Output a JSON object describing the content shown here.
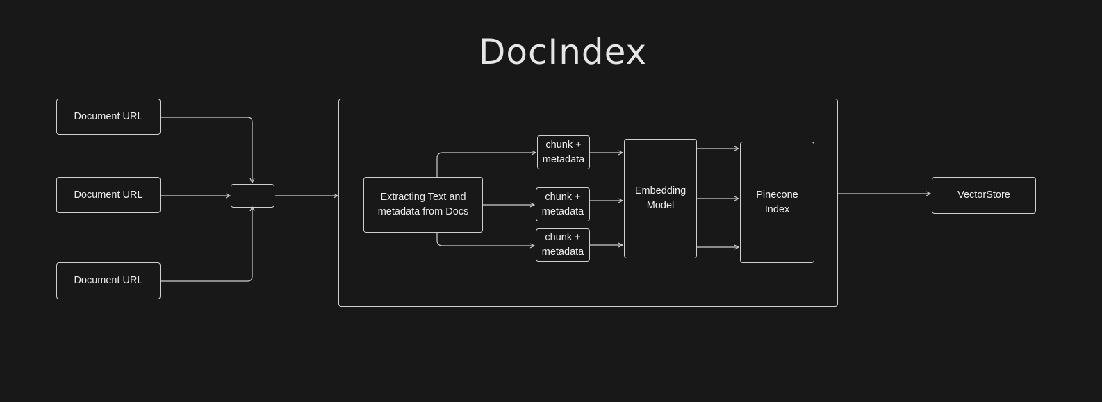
{
  "title": "DocIndex",
  "inputs": [
    {
      "label": "Document URL"
    },
    {
      "label": "Document URL"
    },
    {
      "label": "Document URL"
    }
  ],
  "pipeline": {
    "extractor": {
      "line1": "Extracting Text and",
      "line2": "metadata from Docs"
    },
    "chunks": [
      {
        "line1": "chunk +",
        "line2": "metadata"
      },
      {
        "line1": "chunk +",
        "line2": "metadata"
      },
      {
        "line1": "chunk +",
        "line2": "metadata"
      }
    ],
    "embedding": {
      "line1": "Embedding",
      "line2": "Model"
    },
    "index": {
      "line1": "Pinecone",
      "line2": "Index"
    }
  },
  "output": {
    "label": "VectorStore"
  },
  "colors": {
    "background": "#181818",
    "stroke": "#cfcfcf",
    "text": "#ececec"
  }
}
